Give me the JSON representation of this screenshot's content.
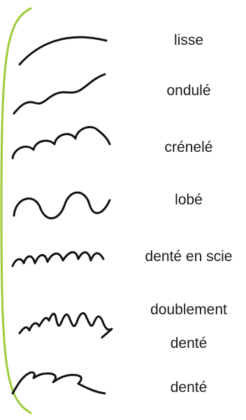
{
  "colors": {
    "accent_arc": "#9ccc3a",
    "stroke": "#111111",
    "text": "#1a1a1a"
  },
  "margins": [
    {
      "id": "lisse",
      "label": "lisse",
      "icon": "smooth-margin-icon"
    },
    {
      "id": "ondule",
      "label": "ondulé",
      "icon": "undulate-margin-icon"
    },
    {
      "id": "crenele",
      "label": "crénelé",
      "icon": "crenate-margin-icon"
    },
    {
      "id": "lobe",
      "label": "lobé",
      "icon": "lobed-margin-icon"
    },
    {
      "id": "dente-en-scie",
      "label": "denté en scie",
      "icon": "serrate-margin-icon"
    },
    {
      "id": "doublement-dente",
      "label_line1": "doublement",
      "label_line2": "denté",
      "icon": "doubly-serrate-margin-icon"
    },
    {
      "id": "dente",
      "label": "denté",
      "icon": "dentate-margin-icon"
    }
  ]
}
